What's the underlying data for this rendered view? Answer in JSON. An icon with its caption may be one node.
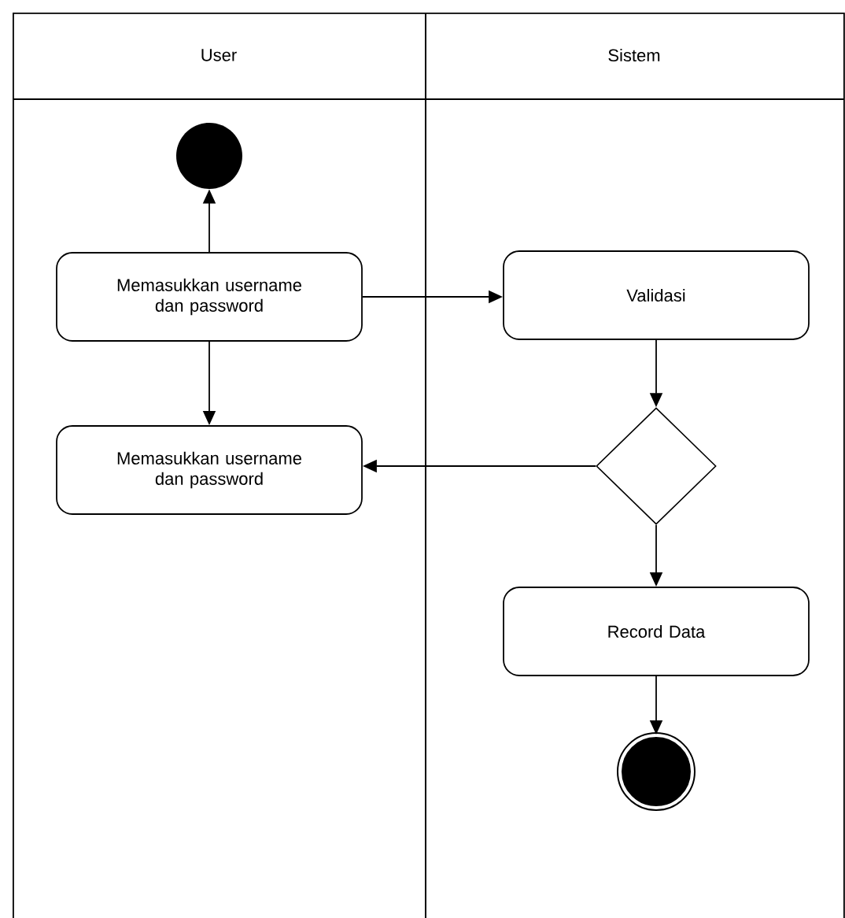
{
  "diagram": {
    "nodes": [
      {
        "text": [
          "User"
        ]
      },
      {
        "text": [],
        "shape": "circle",
        "in": 0
      },
      {
        "text": [
          "Memasukkan username dan password"
        ],
        "in": 0
      },
      {
        "text": [
          "Memasukkan username dan password"
        ],
        "in": 0
      },
      {
        "text": [
          "Sistem"
        ]
      },
      {
        "text": [
          "Validasi"
        ],
        "in": 4
      },
      {
        "text": [],
        "shape": "diamond",
        "in": 4
      },
      {
        "text": [
          "Record Data"
        ],
        "in": 4
      },
      {
        "text": [],
        "shape": "final-circle",
        "in": 4
      }
    ],
    "edges": [
      {
        "from": 2,
        "to": 1,
        "arrow": "to"
      },
      {
        "from": 2,
        "to": 5,
        "arrow": "to"
      },
      {
        "from": 2,
        "to": 3,
        "arrow": "to"
      },
      {
        "from": 5,
        "to": 6,
        "arrow": "to"
      },
      {
        "from": 6,
        "to": 3,
        "arrow": "to"
      },
      {
        "from": 6,
        "to": 7,
        "arrow": "to"
      },
      {
        "from": 7,
        "to": 8,
        "arrow": "to"
      }
    ]
  }
}
